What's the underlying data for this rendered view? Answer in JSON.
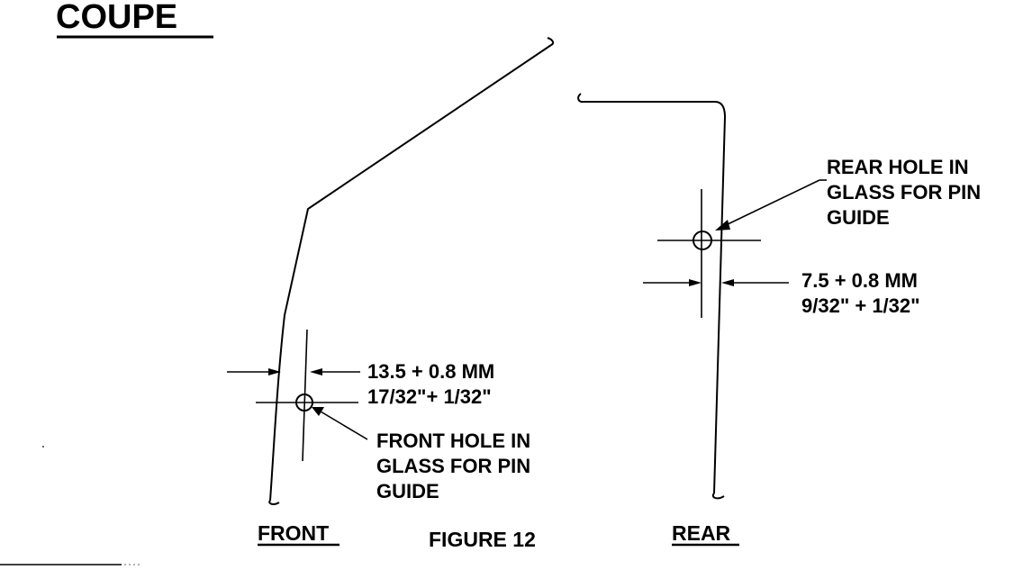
{
  "title": "COUPE",
  "front": {
    "dimension_mm": "13.5 + 0.8 MM",
    "dimension_in": "17/32\"+ 1/32\"",
    "note_lines": [
      "FRONT HOLE IN",
      "GLASS FOR PIN",
      "GUIDE"
    ],
    "caption": "FRONT"
  },
  "rear": {
    "note_lines": [
      "REAR HOLE IN",
      "GLASS FOR PIN",
      "GUIDE"
    ],
    "dimension_mm": "7.5 + 0.8 MM",
    "dimension_in": "9/32\" + 1/32\"",
    "caption": "REAR"
  },
  "figure_label": "FIGURE 12"
}
